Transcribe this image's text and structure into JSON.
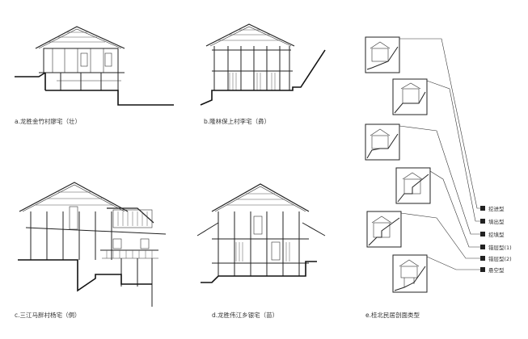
{
  "captions": {
    "a": "a.龙胜金竹村廖宅（壮）",
    "b": "b.隆林保上村李宅（彝）",
    "c": "c.三江马胖村杨宅（侗）",
    "d": "d.龙胜伟江乡银宅（苗）",
    "e": "e.桂北民居剖面类型"
  },
  "legend": {
    "items": [
      "挖进型",
      "填出型",
      "挖填型",
      "错层型(1)",
      "错层型(2)",
      "悬空型"
    ]
  },
  "colors": {
    "line": "#222222",
    "caption": "#333333",
    "background": "#ffffff"
  }
}
